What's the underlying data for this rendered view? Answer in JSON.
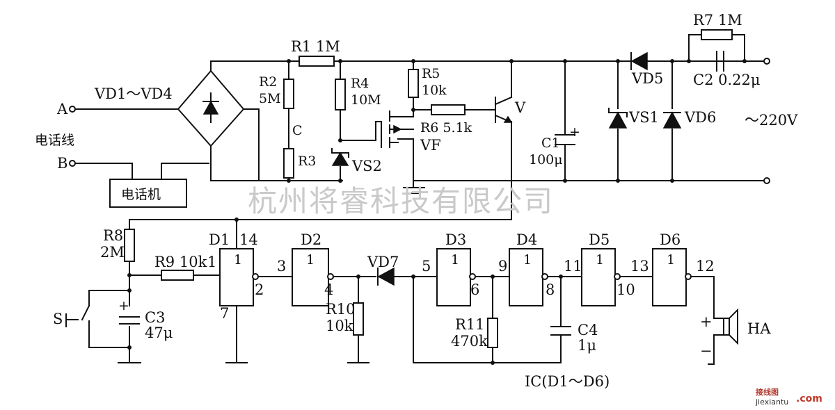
{
  "labels": {
    "terminal_a": "A",
    "terminal_b": "B",
    "phone_line": "电话线",
    "bridge": "VD1～VD4",
    "phone": "电话机",
    "r1": "R1 1M",
    "r2_name": "R2",
    "r2_val": "5M",
    "node_c": "C",
    "r3": "R3",
    "r4_name": "R4",
    "r4_val": "10M",
    "vs2": "VS2",
    "r5_name": "R5",
    "r5_val": "10k",
    "r6": "R6 5.1k",
    "vf": "VF",
    "v": "V",
    "c1_name": "C1",
    "c1_val": "100μ",
    "vs1": "VS1",
    "vd5": "VD5",
    "vd6": "VD6",
    "r7": "R7 1M",
    "c2": "C2  0.22μ",
    "mains": "～220V",
    "watermark": "杭州将睿科技有限公司",
    "r8_name": "R8",
    "r8_val": "2M",
    "r9": "R9 10k",
    "s": "S",
    "c3_name": "C3",
    "c3_val": "47μ",
    "d1": "D1",
    "d2": "D2",
    "d3": "D3",
    "d4": "D4",
    "d5": "D5",
    "d6": "D6",
    "gate_symbol": "1",
    "vd7": "VD7",
    "r10_name": "R10",
    "r10_val": "10k",
    "r11_name": "R11",
    "r11_val": "470k",
    "c4_name": "C4",
    "c4_val": "1μ",
    "ha": "HA",
    "plus": "+",
    "minus": "−",
    "ic": "IC(D1～D6)",
    "site_logo": "接线图",
    "site_url": "jiexiantu",
    "site_com": ".com"
  },
  "pins": {
    "p1": "1",
    "p2": "2",
    "p3": "3",
    "p4": "4",
    "p5": "5",
    "p6": "6",
    "p7": "7",
    "p8": "8",
    "p9": "9",
    "p10": "10",
    "p11": "11",
    "p12": "12",
    "p13": "13",
    "p14": "14"
  }
}
